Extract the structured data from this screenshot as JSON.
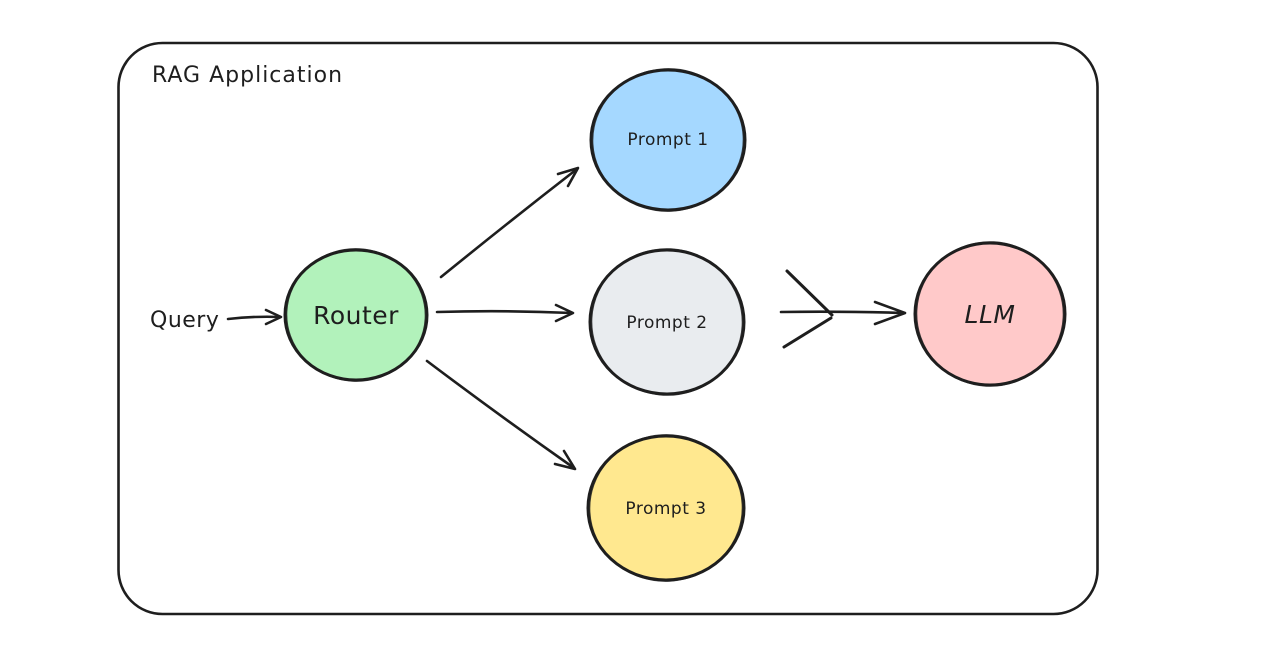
{
  "colors": {
    "canvas_background": "#ffffff",
    "stroke": "#1e1e1e"
  },
  "frame": {
    "title": "RAG Application"
  },
  "nodes": {
    "query": {
      "label": "Query"
    },
    "router": {
      "label": "Router",
      "fill": "#b2f2bb"
    },
    "prompt1": {
      "label": "Prompt 1",
      "fill": "#a5d8ff"
    },
    "prompt2": {
      "label": "Prompt 2",
      "fill": "#e9ecef"
    },
    "prompt3": {
      "label": "Prompt 3",
      "fill": "#ffe88f"
    },
    "llm": {
      "label": "LLM",
      "fill": "#ffc9c9"
    }
  },
  "edges": [
    {
      "from": "query",
      "to": "router",
      "style": "arrow"
    },
    {
      "from": "router",
      "to": "prompt1",
      "style": "arrow"
    },
    {
      "from": "router",
      "to": "prompt2",
      "style": "arrow"
    },
    {
      "from": "router",
      "to": "prompt3",
      "style": "arrow"
    },
    {
      "from": "prompts-merge",
      "to": "llm",
      "style": "merge-arrow"
    }
  ]
}
